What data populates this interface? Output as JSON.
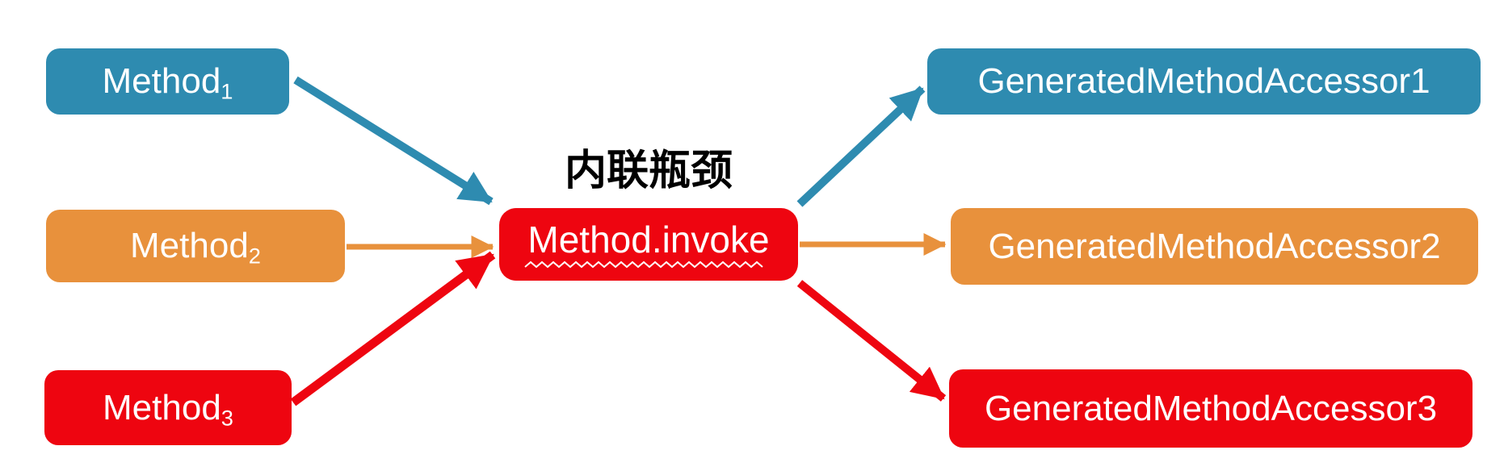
{
  "annotation": {
    "text": "内联瓶颈"
  },
  "center_box": {
    "label": "Method.invoke"
  },
  "boxes_left": [
    {
      "base": "Method",
      "sub": "1",
      "color": "#2E8BB0"
    },
    {
      "base": "Method",
      "sub": "2",
      "color": "#E8913C"
    },
    {
      "base": "Method",
      "sub": "3",
      "color": "#EE0510"
    }
  ],
  "boxes_right": [
    {
      "label": "GeneratedMethodAccessor1",
      "color": "#2E8BB0"
    },
    {
      "label": "GeneratedMethodAccessor2",
      "color": "#E8913C"
    },
    {
      "label": "GeneratedMethodAccessor3",
      "color": "#EE0510"
    }
  ],
  "colors": {
    "teal": "#2E8BB0",
    "orange": "#E8913C",
    "red": "#EE0510",
    "annotation_text": "#000000",
    "box_text": "#FFFFFF",
    "background": "#FFFFFF"
  }
}
